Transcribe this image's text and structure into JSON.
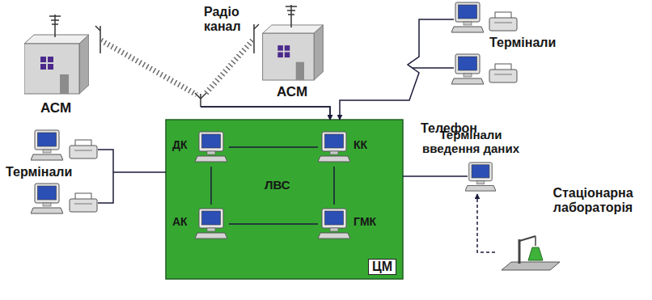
{
  "diagram": {
    "nodes": [
      {
        "text": [
          "АСМ"
        ]
      },
      {
        "text": [
          "АСМ"
        ]
      },
      {
        "text": [
          "Термінали"
        ]
      },
      {
        "text": [
          "Термінали"
        ]
      },
      {
        "text": [
          "ЛВС",
          "ЦМ"
        ]
      },
      {
        "text": [
          "ДК"
        ],
        "in": 4
      },
      {
        "text": [
          "КК"
        ],
        "in": 4
      },
      {
        "text": [
          "АК"
        ],
        "in": 4
      },
      {
        "text": [
          "ГМК"
        ],
        "in": 4
      },
      {
        "text": [
          "Термінали введення даних"
        ]
      },
      {
        "text": [
          "Стаціонарна лабораторія"
        ]
      }
    ],
    "edges": [
      {
        "from": 0,
        "to": 4,
        "arrow": "to"
      },
      {
        "from": 1,
        "to": 4,
        "arrow": "to"
      },
      {
        "from": 2,
        "to": 4,
        "arrow": "to"
      },
      {
        "from": 5,
        "to": 6,
        "arrow": "none"
      },
      {
        "from": 5,
        "to": 7,
        "arrow": "none"
      },
      {
        "from": 6,
        "to": 8,
        "arrow": "none"
      },
      {
        "from": 7,
        "to": 8,
        "arrow": "none"
      },
      {
        "from": 3,
        "to": 4,
        "arrow": "none"
      },
      {
        "from": 4,
        "to": 9,
        "arrow": "none"
      },
      {
        "from": 10,
        "to": 9,
        "arrow": "to"
      }
    ],
    "labels": [
      "Радіо канал",
      "Телефон"
    ]
  }
}
